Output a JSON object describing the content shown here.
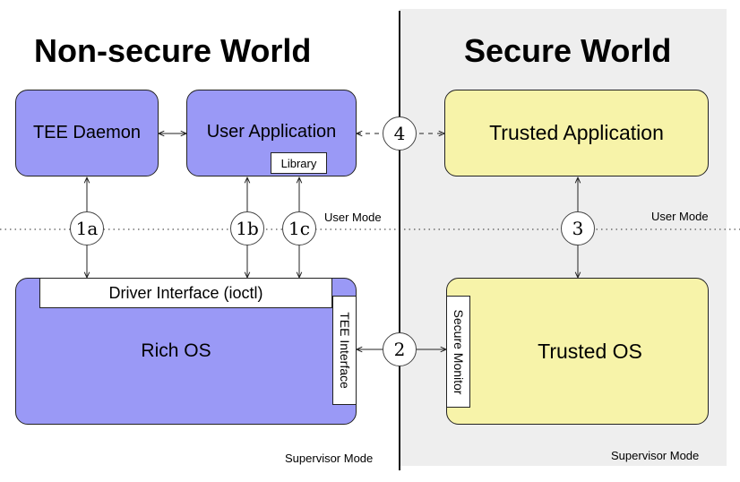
{
  "worlds": {
    "non_secure_title": "Non-secure World",
    "secure_title": "Secure World"
  },
  "boxes": {
    "tee_daemon": "TEE Daemon",
    "user_application": "User Application",
    "library": "Library",
    "trusted_application": "Trusted Application",
    "driver_interface": "Driver Interface (ioctl)",
    "rich_os": "Rich OS",
    "tee_interface": "TEE Interface",
    "secure_monitor": "Secure Monitor",
    "trusted_os": "Trusted OS"
  },
  "steps": {
    "s1a": "1a",
    "s1b": "1b",
    "s1c": "1c",
    "s2": "2",
    "s3": "3",
    "s4": "4"
  },
  "modes": {
    "user_mode_left": "User Mode",
    "user_mode_right": "User Mode",
    "supervisor_mode_left": "Supervisor Mode",
    "supervisor_mode_right": "Supervisor Mode"
  },
  "colors": {
    "non_secure_box": "#9a99f6",
    "secure_box": "#f7f3a9",
    "secure_background": "#eeeeee"
  }
}
